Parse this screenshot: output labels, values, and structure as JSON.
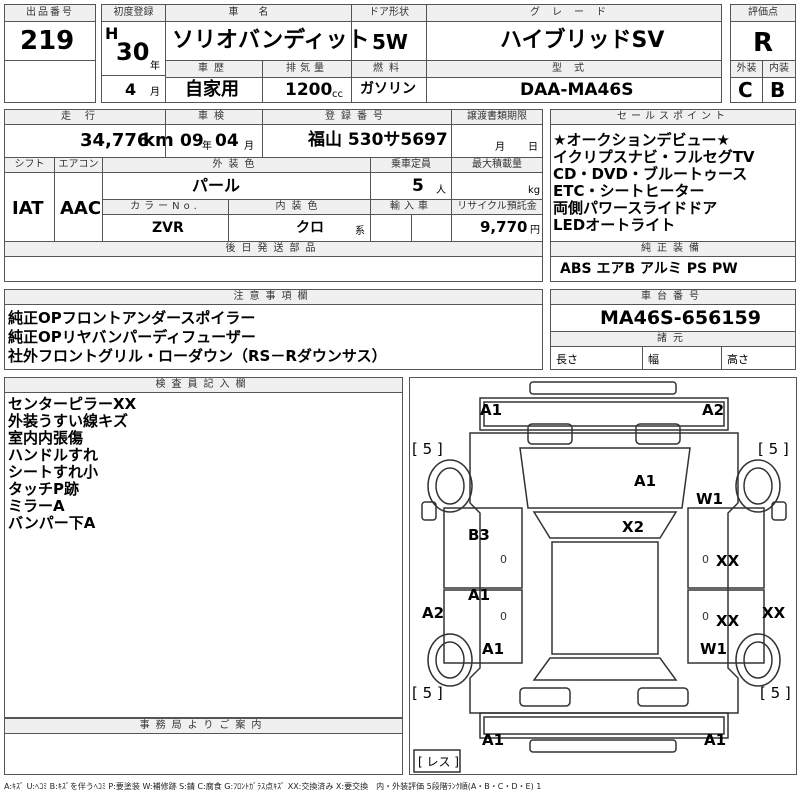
{
  "lot": {
    "label": "出品番号",
    "value": "219"
  },
  "first_reg": {
    "label": "初度登録",
    "era": "H",
    "year": "30",
    "year_unit": "年",
    "month": "4",
    "month_unit": "月"
  },
  "car_name": {
    "label": "車名",
    "value": "ソリオバンディット"
  },
  "door": {
    "label": "ドア形状",
    "value": "5W"
  },
  "grade": {
    "label": "グレード",
    "value": "ハイブリッドSV"
  },
  "score": {
    "label": "評価点",
    "value": "R"
  },
  "history": {
    "label": "車歴",
    "value": "自家用"
  },
  "displacement": {
    "label": "排気量",
    "value": "1200",
    "unit": "cc"
  },
  "fuel": {
    "label": "燃料",
    "value": "ガソリン"
  },
  "model": {
    "label": "型式",
    "value": "DAA-MA46S"
  },
  "ext_grade": {
    "label": "外装",
    "value": "C"
  },
  "int_grade": {
    "label": "内装",
    "value": "B"
  },
  "mileage": {
    "label": "走行",
    "value": "34,776",
    "unit": "km"
  },
  "inspection": {
    "label": "車検",
    "year": "09",
    "year_unit": "年",
    "month": "04",
    "month_unit": "月"
  },
  "plate": {
    "label": "登録番号",
    "value": "福山 530サ5697"
  },
  "transfer": {
    "label": "譲渡書類期限",
    "month_unit": "月",
    "day_unit": "日"
  },
  "sales": {
    "label": "セールスポイント",
    "items": [
      "★オークションデビュー★",
      "イクリプスナビ・フルセグTV",
      "CD・DVD・ブルートゥース",
      "ETC・シートヒーター",
      "両側パワースライドドア",
      "LEDオートライト"
    ]
  },
  "shift": {
    "label": "シフト",
    "value": "IAT"
  },
  "aircon": {
    "label": "エアコン",
    "value": "AAC"
  },
  "color": {
    "label": "外装色",
    "value": "パール"
  },
  "capacity": {
    "label": "乗車定員",
    "value": "5",
    "unit": "人"
  },
  "max_load": {
    "label": "最大積載量",
    "unit": "kg"
  },
  "color_no": {
    "label": "カラーNo.",
    "value": "ZVR"
  },
  "interior_color": {
    "label": "内装色",
    "value": "クロ",
    "unit": "系"
  },
  "import": {
    "label": "輸入車"
  },
  "recycle": {
    "label": "リサイクル預託金",
    "value": "9,770",
    "unit": "円"
  },
  "later_parts": {
    "label": "後日発送部品"
  },
  "equipment": {
    "label": "純正装備",
    "value": "ABS エアB アルミ PS PW"
  },
  "notes": {
    "label": "注意事項欄",
    "items": [
      "純正OPフロントアンダースポイラー",
      "純正OPリヤバンパーディフューザー",
      "社外フロントグリル・ローダウン（RS－Rダウンサス）"
    ]
  },
  "chassis": {
    "label": "車台番号",
    "value": "MA46S-656159"
  },
  "dims": {
    "label": "諸元",
    "length": "長さ",
    "width": "幅",
    "height": "高さ"
  },
  "inspector": {
    "label": "検査員記入欄",
    "items": [
      "センターピラーXX",
      "外装うすい線キズ",
      "室内内張傷",
      "ハンドルすれ",
      "シートすれ小",
      "タッチP跡",
      "ミラーA",
      "バンパー下A"
    ]
  },
  "office": {
    "label": "事務局よりご案内"
  },
  "diagram": {
    "front_left": "A1",
    "front_right": "A2",
    "tire_fl": "[ 5 ]",
    "tire_fr": "[ 5 ]",
    "tire_rl": "[ 5 ]",
    "tire_rr": "[ 5 ]",
    "hood": "A1",
    "fender_r": "W1",
    "roof": "X2",
    "door_fl": "B3",
    "door_fr": "XX",
    "door_rl": "A1",
    "door_rr": "XX",
    "side_l": "A2",
    "side_r": "XX",
    "rear_fender_l": "A1",
    "rear_fender_r": "W1",
    "rear_left": "A1",
    "rear_right": "A1",
    "pillar_val1": "0",
    "pillar_val2": "0",
    "pillar_val3": "0",
    "pillar_val4": "0",
    "spare": "[ レス ]"
  },
  "legend": "A:ｷｽﾞ U:ﾍｺﾐ B:ｷｽﾞを伴うﾍｺﾐ P:要塗装 W:補修跡 S:錆 C:腐食 G:ﾌﾛﾝﾄｶﾞﾗｽ点ｷｽﾞ XX:交換済み X:要交換　内・外装評価 5段階ﾗﾝｸ順(A・B・C・D・E) 1"
}
